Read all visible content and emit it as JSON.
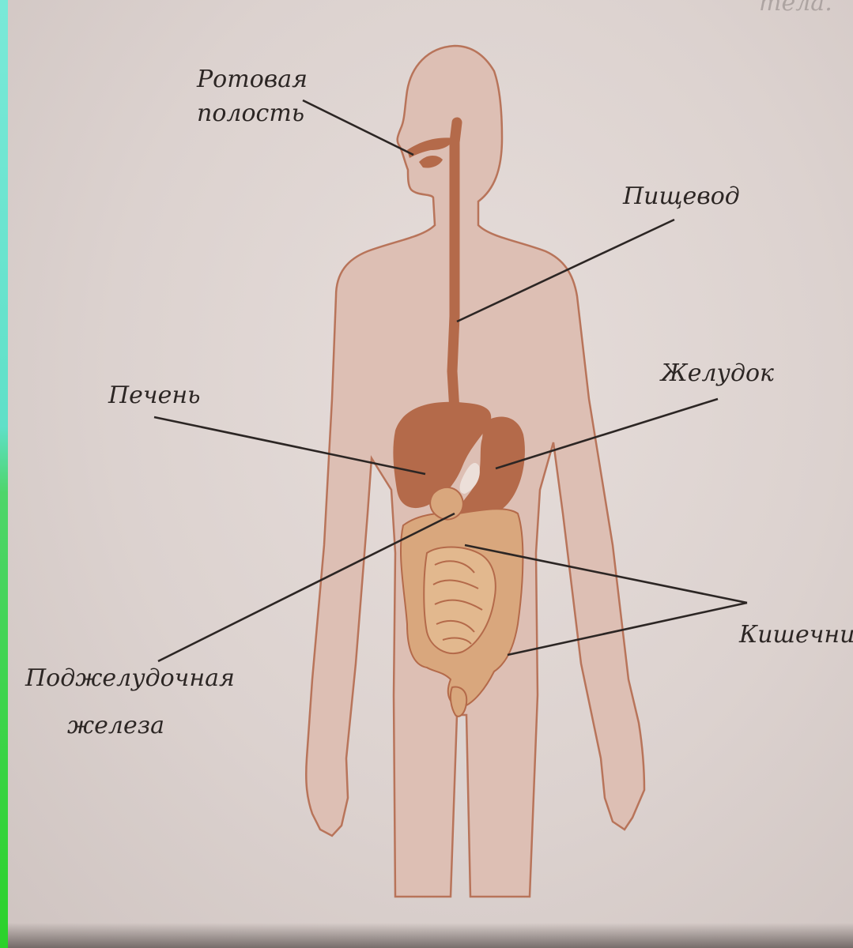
{
  "labels": {
    "mouth": [
      "Ротовая",
      "полость"
    ],
    "esophagus": "Пищевод",
    "liver": "Печень",
    "stomach": "Желудок",
    "pancreas": [
      "Поджелудочная",
      "железа"
    ],
    "intestine": "Кишечник"
  },
  "top_text": "тела.",
  "colors": {
    "body_fill": "#ddbfb4",
    "body_outline": "#b8745a",
    "organ_fill": "#b46a4a",
    "intestine_fill": "#d9a77d",
    "leader_line": "#2c2624"
  }
}
